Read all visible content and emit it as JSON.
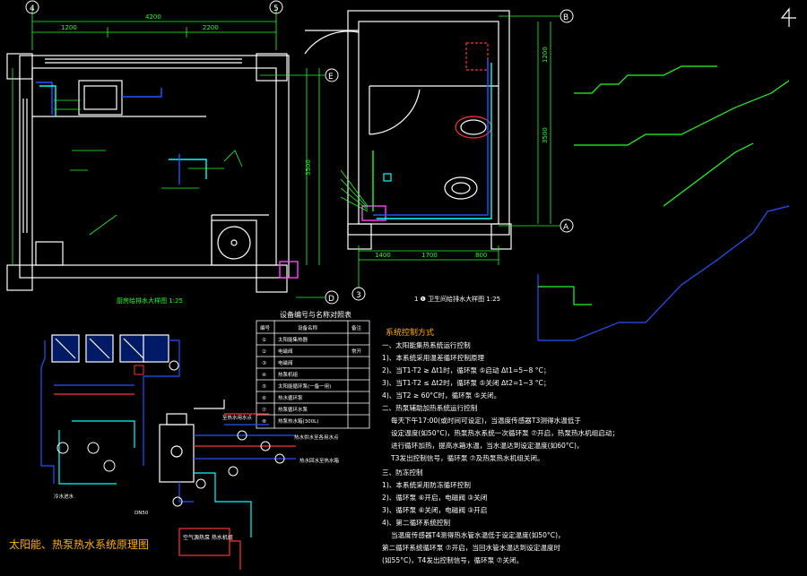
{
  "colors": {
    "background": "#000000",
    "wall": "#ffffff",
    "dimension": "#22ff22",
    "cold_pipe": "#00ffff",
    "hot_pipe": "#2255ff",
    "fixture": "#ffffff",
    "accent_red": "#ff3333",
    "accent_magenta": "#ff44ff",
    "text_yellow": "#ffff66",
    "text_orange": "#ffb000"
  },
  "axes": {
    "left_plan": {
      "top_left": "4",
      "top_right": "5",
      "mid_right": "E",
      "bottom_right": "D"
    },
    "right_plan": {
      "top_right": "B",
      "bottom_right": "A",
      "bottom_left": "3"
    }
  },
  "dims": {
    "left_top_total": "4200",
    "left_top_a": "1200",
    "left_top_b": "2200",
    "right_bottom_a": "1400",
    "right_bottom_b": "1700",
    "right_bottom_c": "800",
    "right_side_a": "3500",
    "right_side_b": "1200",
    "vert_mid": "3500"
  },
  "captions": {
    "left_plan": "厨房给排水大样图  1:25",
    "right_plan": "1 ❶ 卫生间给排水大样图  1:25",
    "schematic_title": "太阳能、热泵热水系统原理图",
    "controller_box": "空气源热泵 热水机组"
  },
  "legend": {
    "title": "设备编号与名称对照表",
    "headers": [
      "编号",
      "设备名称",
      "备注"
    ],
    "rows": [
      [
        "①",
        "太阳能集热器",
        ""
      ],
      [
        "②",
        "电磁阀",
        "常开"
      ],
      [
        "③",
        "电磁阀",
        ""
      ],
      [
        "④",
        "热泵机组",
        ""
      ],
      [
        "⑤",
        "太阳能循环泵(一备一用)",
        ""
      ],
      [
        "⑥",
        "热水循环泵",
        ""
      ],
      [
        "⑦",
        "热泵循环水泵",
        ""
      ],
      [
        "⑧",
        "热泵热水箱(300L)",
        ""
      ]
    ]
  },
  "notes": {
    "title": "系统控制方式",
    "lines": [
      "一、太阳能集热系统运行控制",
      "1)、本系统采用温差循环控制原理",
      "2)、当T1-T2 ≥ Δt1时，循环泵           ⑤启动 Δt1=5~8 °C；",
      "3)、当T1-T2 ≤ Δt2时，循环泵           ⑤关闭 Δt2=1~3 °C；",
      "4)、当T2 ≥ 60°C时，循环泵             ⑤关闭。",
      "二、热泵辅助加热系统运行控制",
      "每天下午17:00(或时间可设定)，当温度传感器T3测得水温低于",
      "设定温度(如50°C)，热泵热水系统一次循环泵      ⑦开启，热泵热水机组启动；",
      "进行循环加热，提高水箱水温，当水温达到设定温度(如60°C)，",
      "T3发出控制信号，循环泵          ⑦及热泵热水机组关闭。",
      "三、防冻控制",
      "1)、本系统采用防冻循环控制",
      "2)、循环泵      ⑥开启，电磁阀      ③关闭",
      "3)、循环泵      ⑥关闭，电磁阀      ③开启",
      "4)、第二循环系统控制",
      "当温度传感器T4测得热水管水温低于设定温度(如50°C)，",
      "第二循环系统循环泵          ⑦开启，当回水管水温达到设定温度时",
      "(如55°C)，T4发出控制信号，循环泵          ⑦关闭。"
    ]
  },
  "schematic_labels": {
    "outlet1": "热水供水至各用水点",
    "outlet2": "热水回水至热水箱",
    "outlet3": "至热水用水点",
    "inlet": "冷水进水",
    "drain": "DN50"
  }
}
